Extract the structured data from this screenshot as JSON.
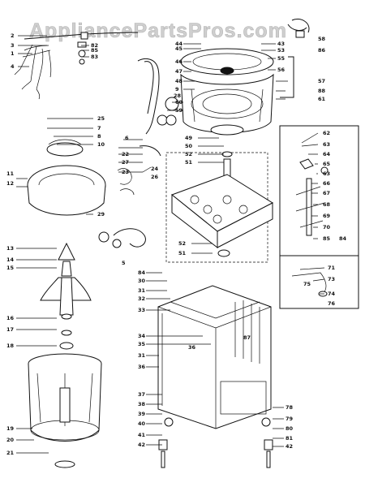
{
  "watermark": "AppliancePartsPros.com",
  "callouts": {
    "c1": "1",
    "c2": "2",
    "c3": "3",
    "c4": "4",
    "c5": "5",
    "c6": "6",
    "c7": "7",
    "c8": "8",
    "c9": "9",
    "c10": "10",
    "c11": "11",
    "c12": "12",
    "c13": "13",
    "c14": "14",
    "c15": "15",
    "c16": "16",
    "c17": "17",
    "c18": "18",
    "c19": "19",
    "c20": "20",
    "c21": "21",
    "c22": "22",
    "c23": "23",
    "c24": "24",
    "c25": "25",
    "c26": "26",
    "c27": "27",
    "c28": "28",
    "c29": "29",
    "c30": "30",
    "c31": "31",
    "c31b": "31",
    "c32": "32",
    "c33": "33",
    "c34": "34",
    "c35": "35",
    "c36": "36",
    "c37": "37",
    "c38": "38",
    "c39": "39",
    "c40": "40",
    "c41": "41",
    "c42": "42",
    "c43": "43",
    "c44": "44",
    "c45": "45",
    "c46": "46",
    "c47": "47",
    "c48": "48",
    "c49": "49",
    "c50": "50",
    "c51": "51",
    "c51b": "51",
    "c52": "52",
    "c53": "53",
    "c55": "55",
    "c56": "56",
    "c57": "57",
    "c58": "58",
    "c59": "59",
    "c60": "60",
    "c61": "61",
    "c62": "62",
    "c63": "63",
    "c64": "64",
    "c65": "65",
    "c66": "66",
    "c67": "67",
    "c68": "68",
    "c69": "69",
    "c70": "70",
    "c71": "71",
    "c73": "73",
    "c74": "74",
    "c75": "75",
    "c76": "76",
    "c78": "78",
    "c79": "79",
    "c80": "80",
    "c81": "81",
    "c82": "82",
    "c83": "83",
    "c84": "84",
    "c85": "85",
    "c86": "86",
    "c87": "87",
    "c88": "88",
    "c85b": "85",
    "c84b": "84",
    "c36b": "36"
  }
}
